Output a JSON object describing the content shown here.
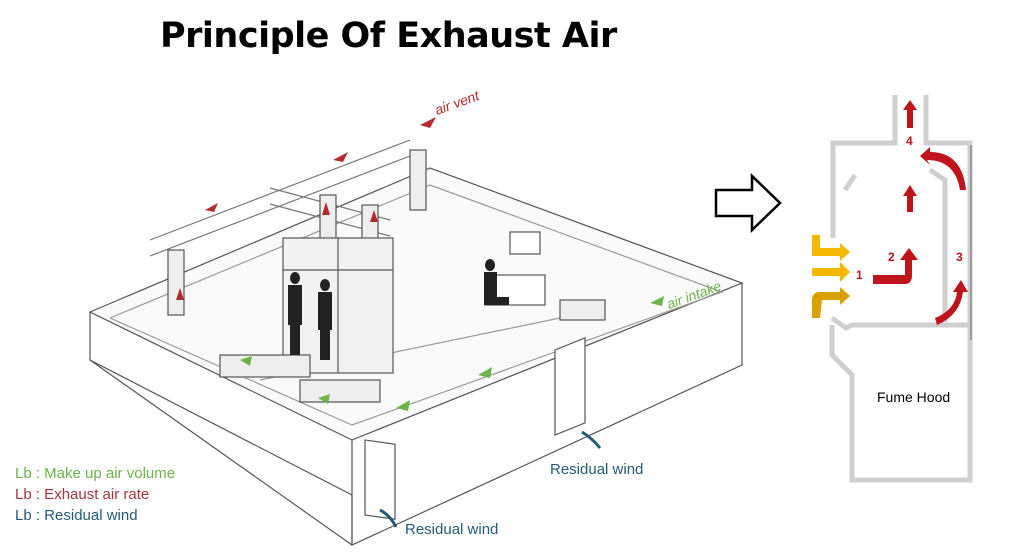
{
  "title": "Principle Of Exhaust Air",
  "room_labels": {
    "air_vent": "air vent",
    "air_intake": "air intake",
    "residual_wind_1": "Residual wind",
    "residual_wind_2": "Residual wind"
  },
  "legend": [
    {
      "text": "Lb : Make up air volume",
      "color": "#6db24a"
    },
    {
      "text": "Lb : Exhaust air rate",
      "color": "#a4353a"
    },
    {
      "text": "Lb : Residual wind",
      "color": "#235a78"
    }
  ],
  "hood": {
    "label": "Fume Hood",
    "steps": [
      "1",
      "2",
      "3",
      "4"
    ]
  },
  "colors": {
    "exhaust": "#c0141c",
    "makeup": "#f5b800",
    "wall": "#cfcfcf"
  }
}
